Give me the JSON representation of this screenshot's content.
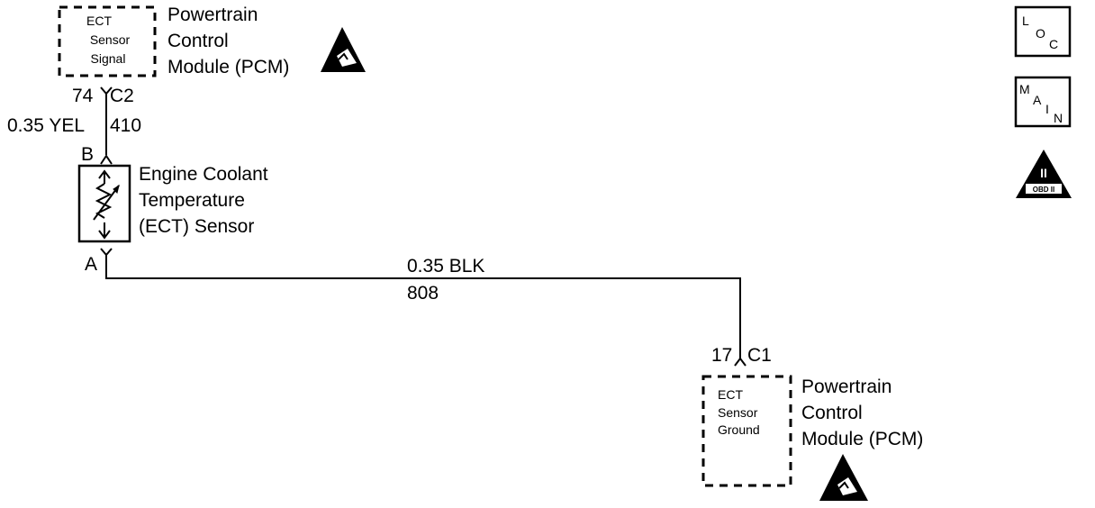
{
  "pcm_top": {
    "box_lines": [
      "ECT",
      "Sensor",
      "Signal"
    ],
    "module_lines": [
      "Powertrain",
      "Control",
      "Module (PCM)"
    ],
    "pin": "74",
    "connector": "C2"
  },
  "wire_signal": {
    "size_color": "0.35 YEL",
    "circuit": "410"
  },
  "sensor": {
    "pin_b": "B",
    "pin_a": "A",
    "name_lines": [
      "Engine Coolant",
      "Temperature",
      "(ECT) Sensor"
    ]
  },
  "wire_ground": {
    "size_color": "0.35 BLK",
    "circuit": "808"
  },
  "pcm_bottom": {
    "pin": "17",
    "connector": "C1",
    "box_lines": [
      "ECT",
      "Sensor",
      "Ground"
    ],
    "module_lines": [
      "Powertrain",
      "Control",
      "Module (PCM)"
    ]
  },
  "legend": {
    "loc_letters": [
      "L",
      "O",
      "C"
    ],
    "main_letters": [
      "M",
      "A",
      "I",
      "N"
    ],
    "obd_numeral": "II",
    "obd_label": "OBD II"
  },
  "icons": {
    "esd": "esd-warning-icon",
    "loc": "location-icon",
    "main": "main-icon",
    "obd": "obd-ii-icon"
  }
}
